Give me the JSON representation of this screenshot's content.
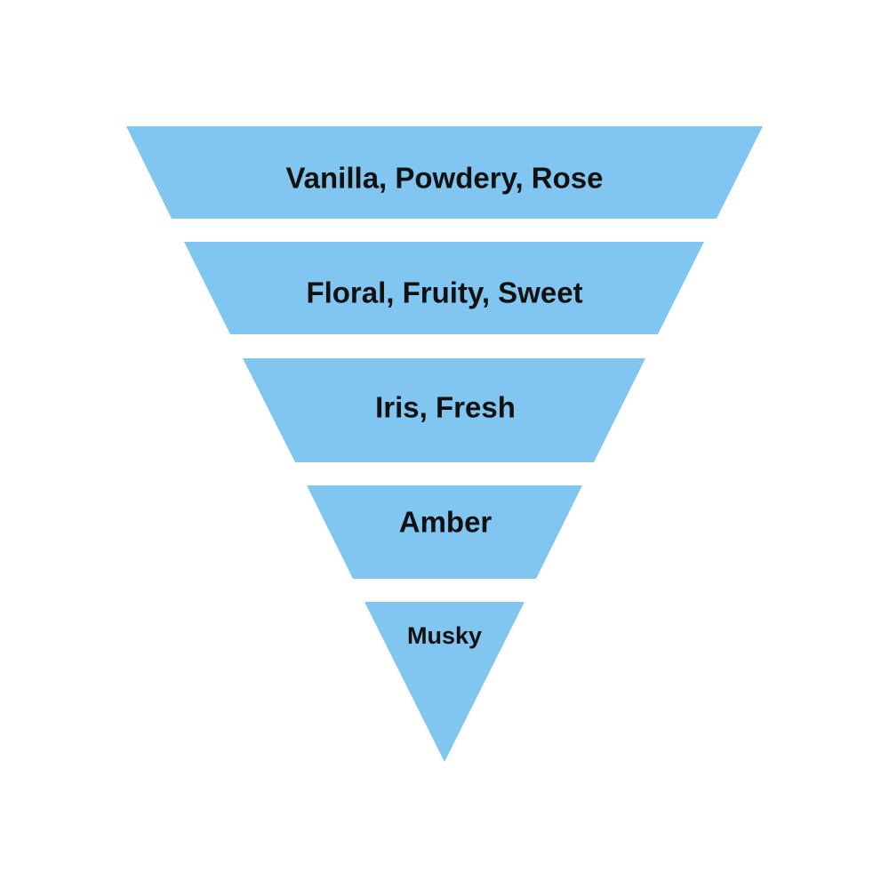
{
  "diagram": {
    "fill_color": "#80C6F0",
    "text_color": "#111111",
    "background_color": "#FFFFFF",
    "tiers": [
      {
        "label": "Vanilla, Powdery, Rose"
      },
      {
        "label": "Floral, Fruity, Sweet"
      },
      {
        "label": "Iris, Fresh"
      },
      {
        "label": "Amber"
      },
      {
        "label": "Musky"
      }
    ]
  }
}
